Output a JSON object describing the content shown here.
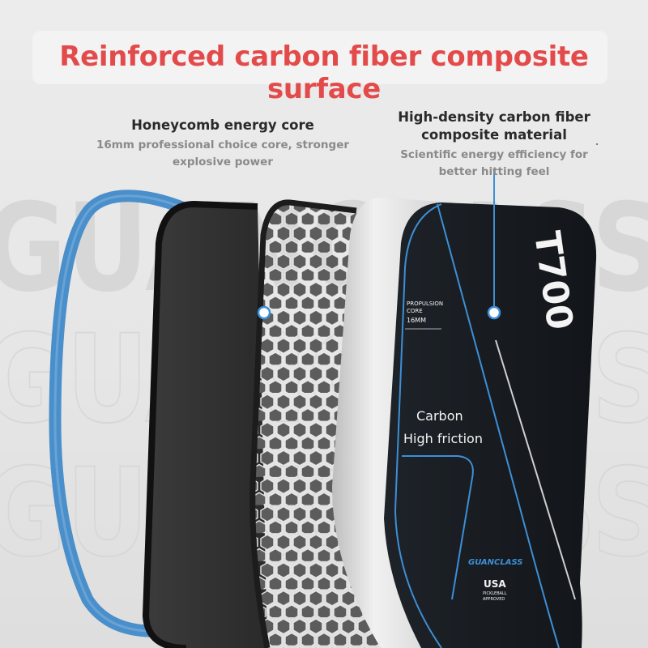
{
  "headline": "Reinforced carbon fiber composite surface",
  "watermark": "GUANCLASS",
  "callouts": {
    "core": {
      "title": "Honeycomb energy core",
      "desc_line1": "16mm professional choice core, stronger",
      "desc_line2": "explosive power"
    },
    "surface": {
      "title_line1": "High-density carbon fiber",
      "title_line2": "composite material",
      "desc_line1": "Scientific energy efficiency for",
      "desc_line2": "better hitting feel"
    }
  },
  "paddle_face": {
    "model": "T700",
    "core_label_line1": "PROPULSION",
    "core_label_line2": "CORE",
    "thickness": "16MM",
    "material_line1": "Carbon",
    "material_line2": "High friction",
    "brand": "GUANCLASS",
    "badge": "USA",
    "badge_sub_line1": "PICKLEBALL",
    "badge_sub_line2": "APPROVED"
  },
  "colors": {
    "headline": "#e34b4b",
    "accent_blue": "#3d8fd6",
    "edge_guard": "#4a8fca",
    "face_black": "#161a1f"
  }
}
